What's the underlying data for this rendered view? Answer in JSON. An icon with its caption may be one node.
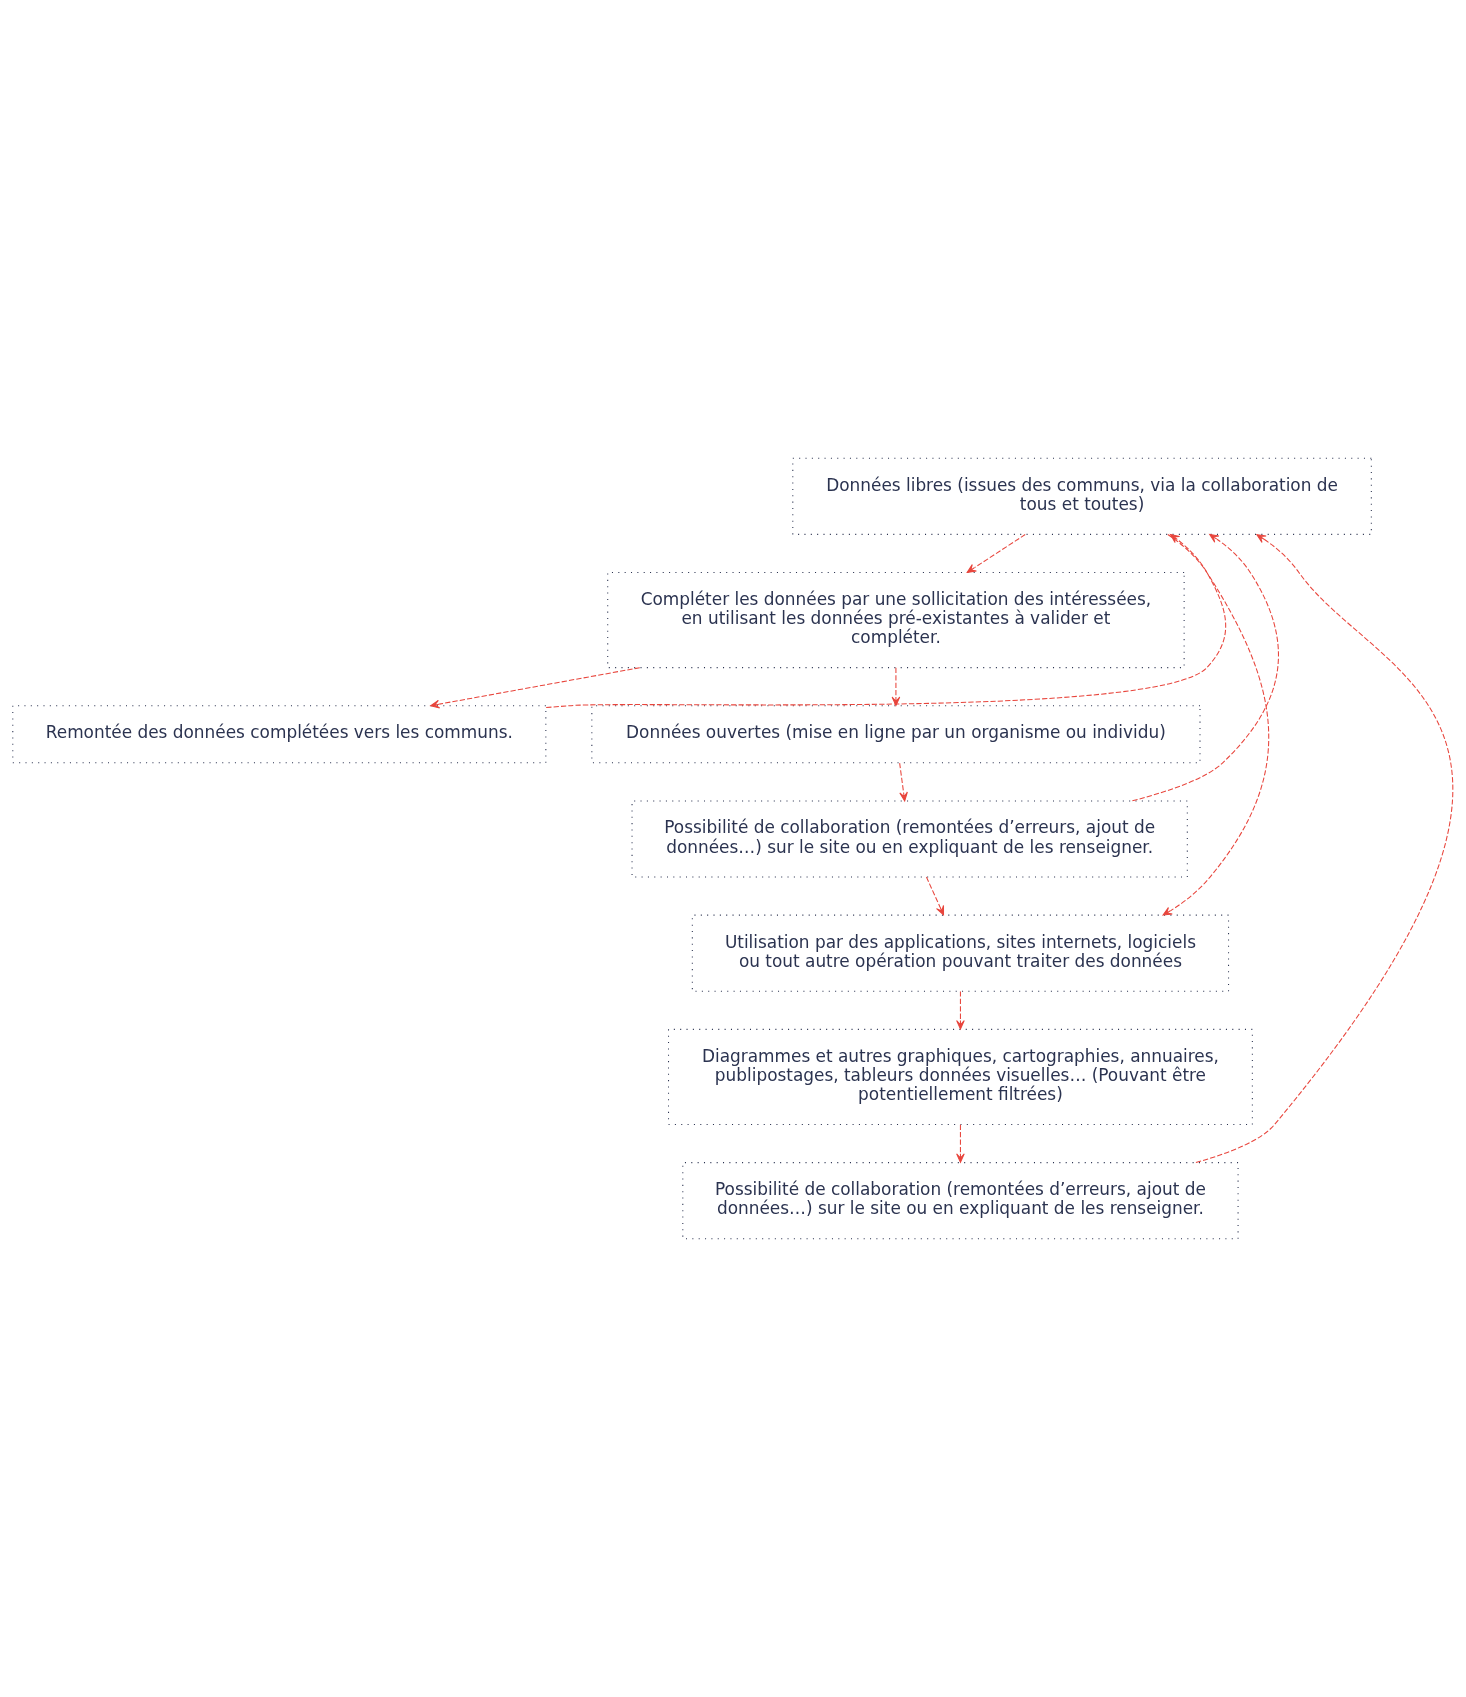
{
  "diagram": {
    "nodes": [
      {
        "text": [
          "Données libres (issues des communs, via la collaboration de tous et toutes)"
        ]
      },
      {
        "text": [
          "Compléter les données par une sollicitation des intéressées, en utilisant les données pré-existantes à valider et compléter."
        ]
      },
      {
        "text": [
          "Remontée des données complétées vers les communs."
        ]
      },
      {
        "text": [
          "Données ouvertes (mise en ligne par un organisme ou individu)"
        ]
      },
      {
        "text": [
          "Possibilité de collaboration (remontées d’erreurs, ajout de données…) sur le site ou en expliquant de les renseigner."
        ]
      },
      {
        "text": [
          "Utilisation par des applications, sites internets, logiciels ou tout autre opération pouvant traiter des données"
        ]
      },
      {
        "text": [
          "Diagrammes et autres graphiques, cartographies, annuaires, publipostages, tableurs données visuelles… (Pouvant être potentiellement filtrées)"
        ]
      },
      {
        "text": [
          "Possibilité de collaboration (remontées d’erreurs, ajout de données…) sur le site ou en expliquant de les renseigner."
        ]
      }
    ],
    "edges": [
      {
        "from": 0,
        "to": 1,
        "arrow": "to"
      },
      {
        "from": 1,
        "to": 2,
        "arrow": "to"
      },
      {
        "from": 2,
        "to": 0,
        "arrow": "to"
      },
      {
        "from": 1,
        "to": 3,
        "arrow": "to"
      },
      {
        "from": 3,
        "to": 4,
        "arrow": "to"
      },
      {
        "from": 4,
        "to": 5,
        "arrow": "to"
      },
      {
        "from": 0,
        "to": 5,
        "arrow": "to"
      },
      {
        "from": 5,
        "to": 6,
        "arrow": "to"
      },
      {
        "from": 6,
        "to": 7,
        "arrow": "to"
      },
      {
        "from": 4,
        "to": 0,
        "arrow": "to"
      },
      {
        "from": 7,
        "to": 0,
        "arrow": "to"
      }
    ]
  }
}
